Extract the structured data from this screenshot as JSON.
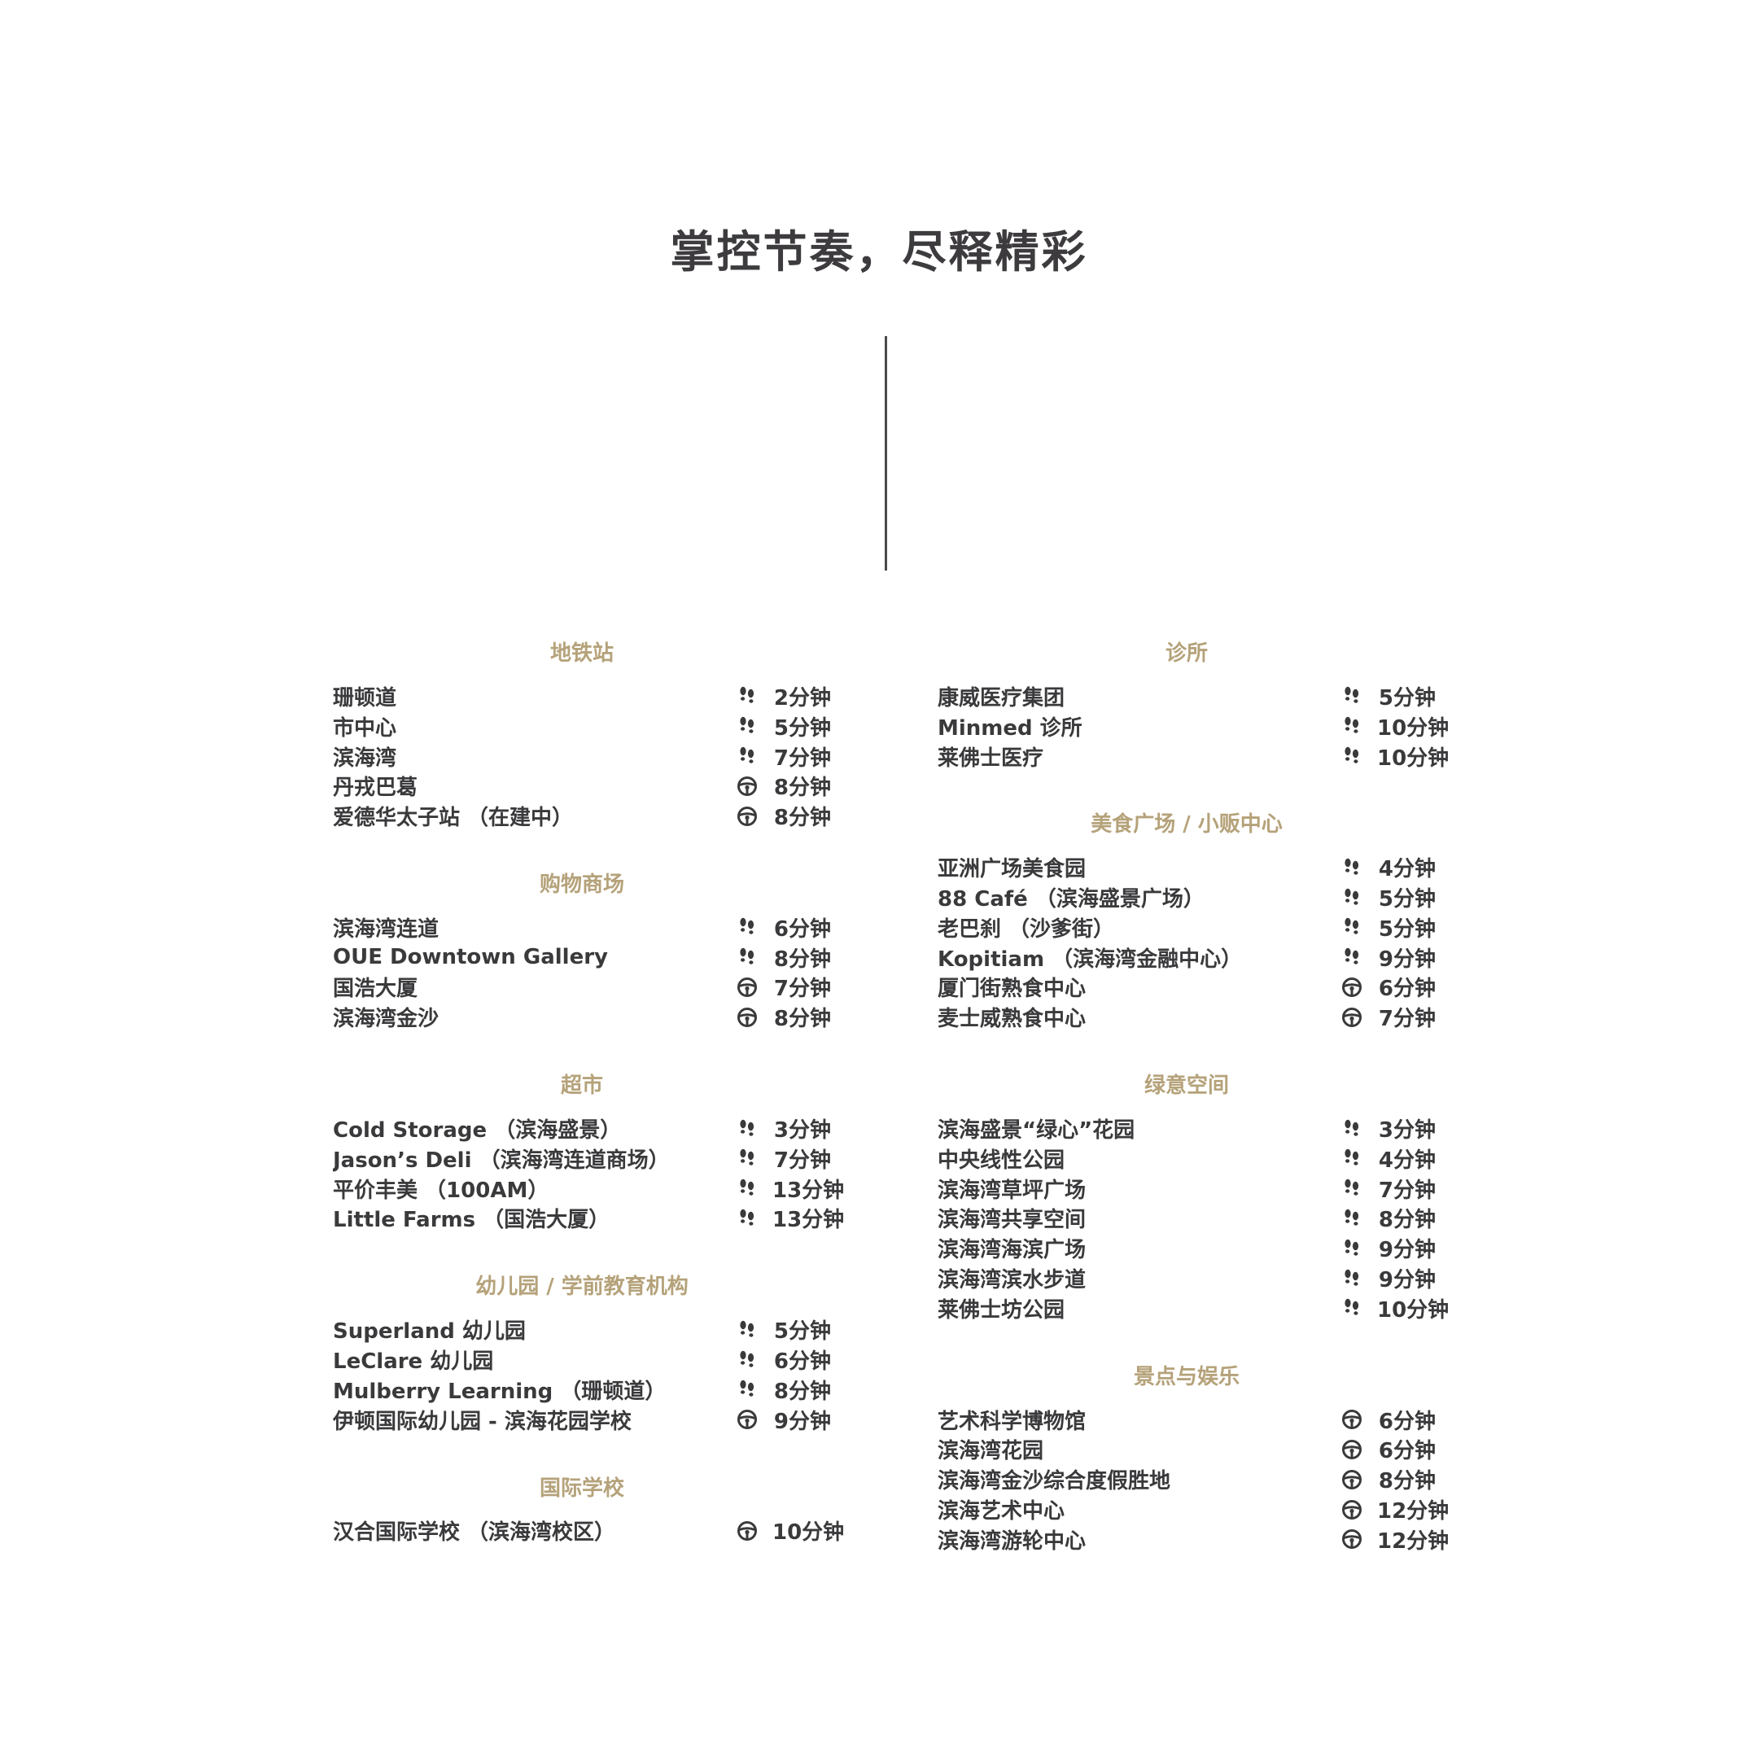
{
  "title": "掌控节奏，尽释精彩",
  "colors": {
    "heading": "#b5a27a",
    "text": "#3a3a3c"
  },
  "left_sections": [
    {
      "title": "地铁站",
      "items": [
        {
          "name": "珊顿道",
          "mode": "walk",
          "time": "2分钟"
        },
        {
          "name": "市中心",
          "mode": "walk",
          "time": "5分钟"
        },
        {
          "name": "滨海湾",
          "mode": "walk",
          "time": "7分钟"
        },
        {
          "name": "丹戎巴葛",
          "mode": "drive",
          "time": "8分钟"
        },
        {
          "name": "爱德华太子站 （在建中）",
          "mode": "drive",
          "time": "8分钟"
        }
      ]
    },
    {
      "title": "购物商场",
      "items": [
        {
          "name": "滨海湾连道",
          "mode": "walk",
          "time": "6分钟"
        },
        {
          "name": "OUE Downtown Gallery",
          "mode": "walk",
          "time": "8分钟"
        },
        {
          "name": "国浩大厦",
          "mode": "drive",
          "time": "7分钟"
        },
        {
          "name": "滨海湾金沙",
          "mode": "drive",
          "time": "8分钟"
        }
      ]
    },
    {
      "title": "超市",
      "items": [
        {
          "name": "Cold Storage （滨海盛景）",
          "mode": "walk",
          "time": "3分钟"
        },
        {
          "name": "Jason’s Deli （滨海湾连道商场）",
          "mode": "walk",
          "time": "7分钟"
        },
        {
          "name": "平价丰美 （100AM）",
          "mode": "walk",
          "time": "13分钟"
        },
        {
          "name": "Little Farms （国浩大厦）",
          "mode": "walk",
          "time": "13分钟"
        }
      ]
    },
    {
      "title": "幼儿园 / 学前教育机构",
      "items": [
        {
          "name": "Superland 幼儿园",
          "mode": "walk",
          "time": "5分钟"
        },
        {
          "name": "LeClare 幼儿园",
          "mode": "walk",
          "time": "6分钟"
        },
        {
          "name": "Mulberry Learning （珊顿道）",
          "mode": "walk",
          "time": "8分钟"
        },
        {
          "name": "伊顿国际幼儿园 - 滨海花园学校",
          "mode": "drive",
          "time": "9分钟"
        }
      ]
    },
    {
      "title": "国际学校",
      "items": [
        {
          "name": "汉合国际学校 （滨海湾校区）",
          "mode": "drive",
          "time": "10分钟"
        }
      ]
    }
  ],
  "right_sections": [
    {
      "title": "诊所",
      "items": [
        {
          "name": "康威医疗集团",
          "mode": "walk",
          "time": "5分钟"
        },
        {
          "name": "Minmed 诊所",
          "mode": "walk",
          "time": "10分钟"
        },
        {
          "name": "莱佛士医疗",
          "mode": "walk",
          "time": "10分钟"
        }
      ]
    },
    {
      "title": "美食广场 / 小贩中心",
      "items": [
        {
          "name": "亚洲广场美食园",
          "mode": "walk",
          "time": "4分钟"
        },
        {
          "name": "88 Café （滨海盛景广场）",
          "mode": "walk",
          "time": "5分钟"
        },
        {
          "name": "老巴刹 （沙爹街）",
          "mode": "walk",
          "time": "5分钟"
        },
        {
          "name": "Kopitiam （滨海湾金融中心）",
          "mode": "walk",
          "time": "9分钟"
        },
        {
          "name": "厦门街熟食中心",
          "mode": "drive",
          "time": "6分钟"
        },
        {
          "name": "麦士威熟食中心",
          "mode": "drive",
          "time": "7分钟"
        }
      ]
    },
    {
      "title": "绿意空间",
      "items": [
        {
          "name": "滨海盛景“绿心”花园",
          "mode": "walk",
          "time": "3分钟"
        },
        {
          "name": "中央线性公园",
          "mode": "walk",
          "time": "4分钟"
        },
        {
          "name": "滨海湾草坪广场",
          "mode": "walk",
          "time": "7分钟"
        },
        {
          "name": "滨海湾共享空间",
          "mode": "walk",
          "time": "8分钟"
        },
        {
          "name": "滨海湾海滨广场",
          "mode": "walk",
          "time": "9分钟"
        },
        {
          "name": "滨海湾滨水步道",
          "mode": "walk",
          "time": "9分钟"
        },
        {
          "name": "莱佛士坊公园",
          "mode": "walk",
          "time": "10分钟"
        }
      ]
    },
    {
      "title": "景点与娱乐",
      "items": [
        {
          "name": "艺术科学博物馆",
          "mode": "drive",
          "time": "6分钟"
        },
        {
          "name": "滨海湾花园",
          "mode": "drive",
          "time": "6分钟"
        },
        {
          "name": "滨海湾金沙综合度假胜地",
          "mode": "drive",
          "time": "8分钟"
        },
        {
          "name": "滨海艺术中心",
          "mode": "drive",
          "time": "12分钟"
        },
        {
          "name": "滨海湾游轮中心",
          "mode": "drive",
          "time": "12分钟"
        }
      ]
    }
  ]
}
